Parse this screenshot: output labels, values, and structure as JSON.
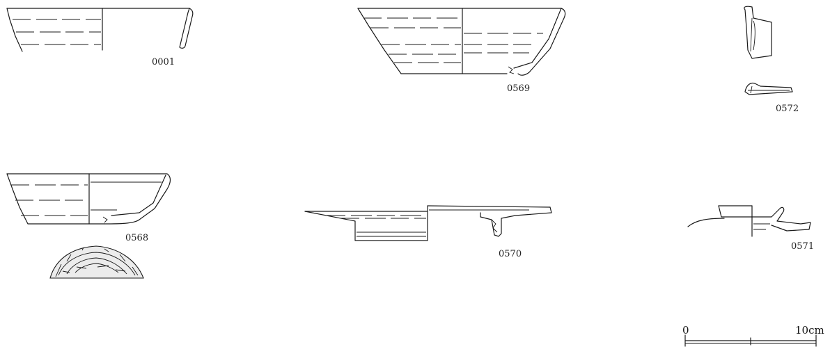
{
  "figure": {
    "items": [
      {
        "id": "0001",
        "label": "0001"
      },
      {
        "id": "0569",
        "label": "0569"
      },
      {
        "id": "0572",
        "label": "0572"
      },
      {
        "id": "0568",
        "label": "0568"
      },
      {
        "id": "0570",
        "label": "0570"
      },
      {
        "id": "0571",
        "label": "0571"
      }
    ],
    "scale_bar": {
      "start_label": "0",
      "end_label": "10cm"
    }
  }
}
